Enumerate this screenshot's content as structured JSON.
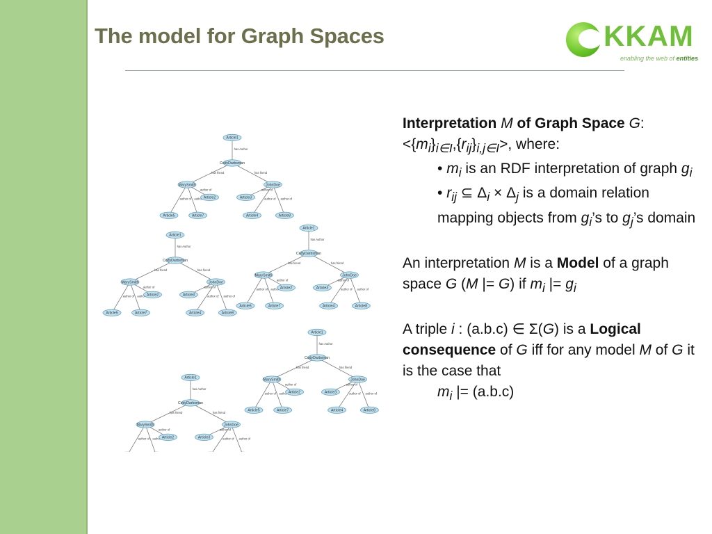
{
  "slide": {
    "title": "The model for Graph Spaces",
    "logo": {
      "word": "KKAM",
      "tagline_prefix": "enabling the web of ",
      "tagline_bold": "entities"
    }
  },
  "graph": {
    "nodes": {
      "root": "Article1",
      "center": "CodyDarbsman",
      "left": "MarySmith",
      "right": "JohnDoe",
      "midL": "Article2",
      "midR": "Article3",
      "leaf1": "Article5",
      "leaf2": "Article7",
      "leaf3": "Article4",
      "leaf4": "Article8"
    },
    "edges": {
      "has_author": "has Author",
      "has_friend": "has friend",
      "author_of": "author of"
    }
  },
  "text": {
    "p1": {
      "interp": "Interpretation ",
      "M": "M",
      "ofgs": " of Graph Space ",
      "G": "G",
      "colon": ":",
      "lt": "<",
      "lb1": "{",
      "m": "m",
      "i": "i",
      "rb1": "}",
      "sub1": "i∈I",
      "comma": ",",
      "lb2": "{",
      "r": "r",
      "ij": "ij",
      "rb2": "}",
      "sub2": "i,j∈I",
      "gt": ">",
      "where": ", where:"
    },
    "b1": {
      "bullet": "• ",
      "m": "m",
      "i": "i",
      "t1": " is an RDF interpretation of graph ",
      "g": "g",
      "gi": "i"
    },
    "b2": {
      "bullet": "• ",
      "r": "r",
      "ij": "ij",
      "sym": " ⊆ Δ",
      "i": "i",
      "times": " × Δ",
      "j": "j",
      "t1": " is a domain relation mapping objects from ",
      "g1": "g",
      "gi": "i",
      "t2": "’s to ",
      "g2": "g",
      "gj": "j",
      "t3": "’s domain"
    },
    "p2": {
      "t1": "An interpretation ",
      "M": "M",
      "t2": " is a ",
      "model": "Model",
      "t3": " of a graph space ",
      "G": "G",
      "t4": " (",
      "M2": "M",
      "t5": " |= ",
      "G2": "G",
      "t6": ") if ",
      "m": "m",
      "i": "i",
      "t7": " |= ",
      "g": "g",
      "gi": "i"
    },
    "p3": {
      "t1": "A triple ",
      "i": "i",
      "t2": " : (a.b.c) ∈ Σ(",
      "G": "G",
      "t3": ") is a ",
      "lc": "Logical consequence",
      "t4": " of ",
      "G2": "G",
      "t5": " iff for any model ",
      "M": "M",
      "t6": " of ",
      "G3": "G",
      "t7": " it is the case that"
    },
    "p4": {
      "m": "m",
      "i": "i",
      "t1": " |= (a.b.c)"
    }
  }
}
